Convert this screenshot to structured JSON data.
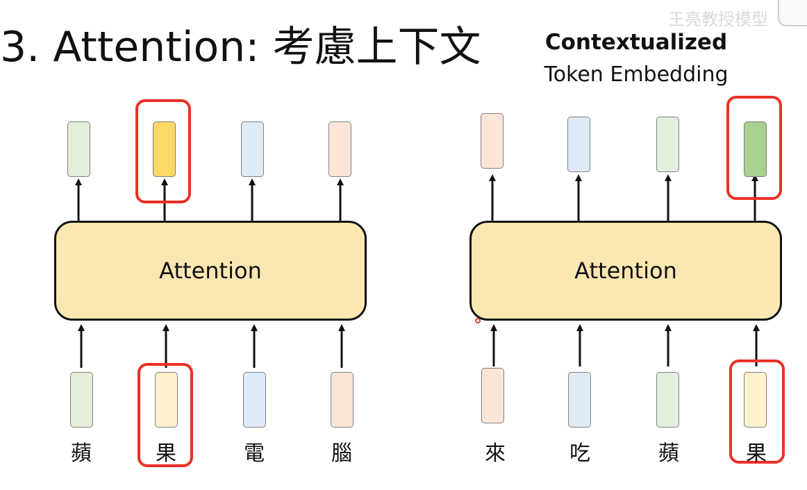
{
  "title": "3. Attention: 考慮上下文",
  "cte": {
    "line1": "Contextualized",
    "line2": "Token Embedding"
  },
  "watermark": "王亮教授模型",
  "colors": {
    "green": "#e2efda",
    "yellow_strong": "#ffd966",
    "yellow_light": "#fff2cc",
    "blue": "#ddebf7",
    "peach": "#fbe5d6",
    "green_dark": "#a9d08e",
    "attention": "#fbe7b2",
    "highlight": "#ec2f24"
  },
  "left": {
    "attention_label": "Attention",
    "tokens": [
      "蘋",
      "果",
      "電",
      "腦"
    ],
    "highlight_index": 1
  },
  "right": {
    "attention_label": "Attention",
    "tokens": [
      "來",
      "吃",
      "蘋",
      "果"
    ],
    "highlight_index": 3
  }
}
